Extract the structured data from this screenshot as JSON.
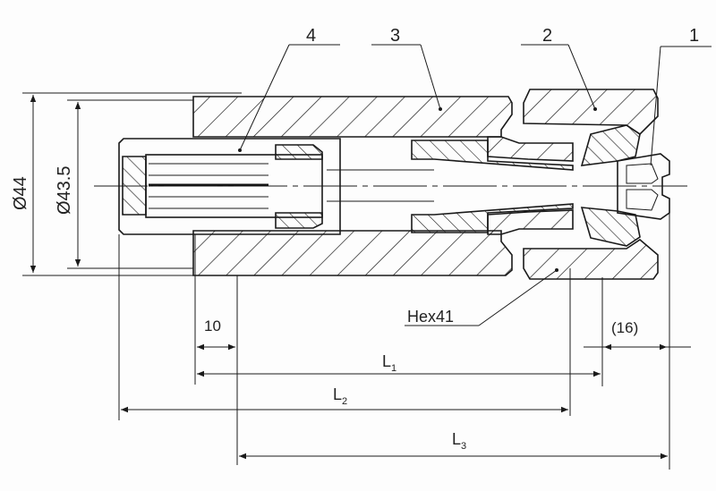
{
  "part_labels": {
    "p1": "1",
    "p2": "2",
    "p3": "3",
    "p4": "4"
  },
  "dimensions": {
    "outer_diameter": "Ø44",
    "inner_diameter": "Ø43.5",
    "hex": "Hex41",
    "offset": "10",
    "nose": "(16)",
    "L1": "L",
    "L1_sub": "1",
    "L2": "L",
    "L2_sub": "2",
    "L3": "L",
    "L3_sub": "3"
  },
  "colors": {
    "line": "#1a1a1a",
    "background": "#fdfdfd"
  }
}
